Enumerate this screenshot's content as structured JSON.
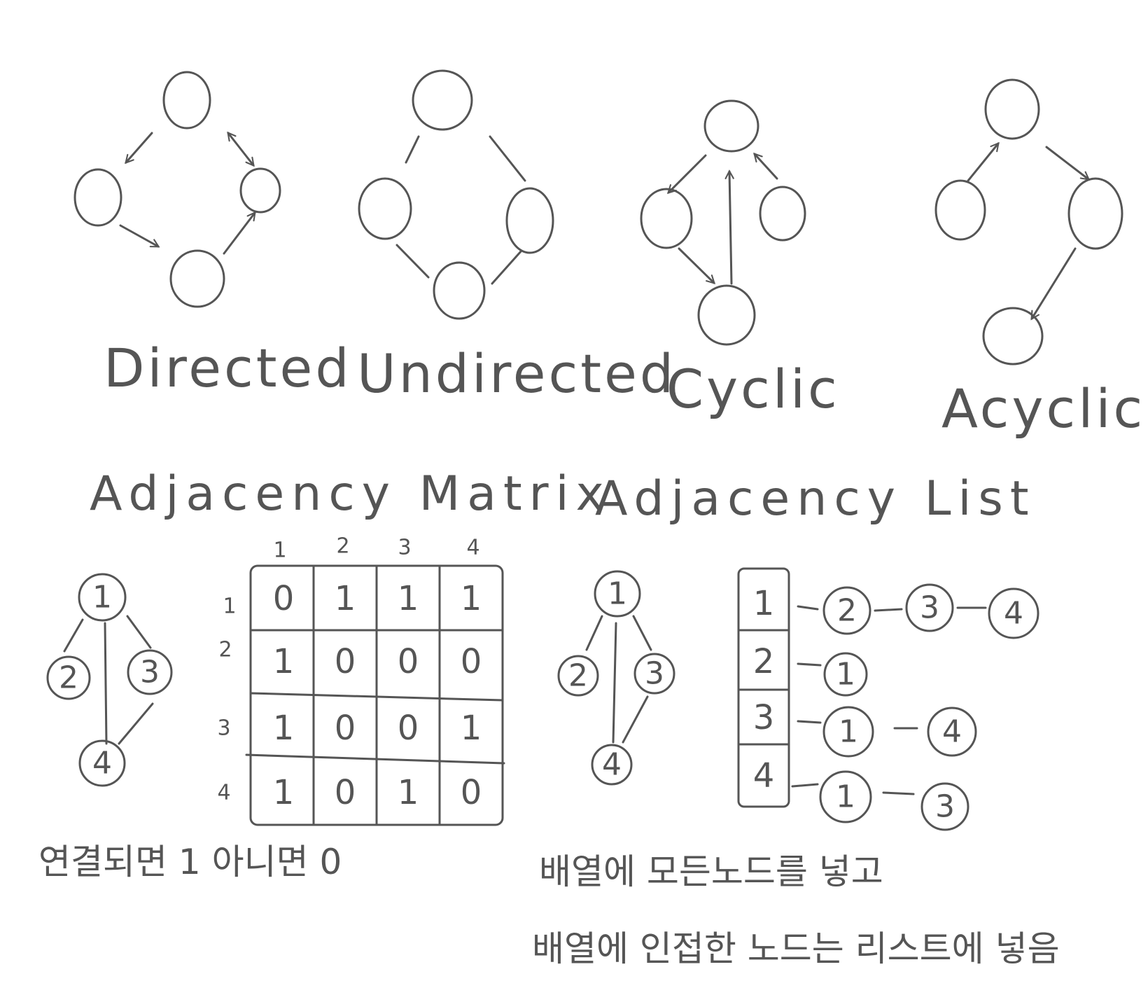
{
  "graph_types": {
    "directed": "Directed",
    "undirected": "Undirected",
    "cyclic": "Cyclic",
    "acyclic": "Acyclic"
  },
  "sections": {
    "matrix_title": "Adjacency Matrix",
    "list_title": "Adjacency List"
  },
  "example_graph": {
    "nodes": [
      "1",
      "2",
      "3",
      "4"
    ],
    "edges": [
      [
        "1",
        "2"
      ],
      [
        "1",
        "3"
      ],
      [
        "1",
        "4"
      ],
      [
        "3",
        "4"
      ]
    ]
  },
  "matrix": {
    "column_headers": [
      "1",
      "2",
      "3",
      "4"
    ],
    "row_headers": [
      "1",
      "2",
      "3",
      "4"
    ],
    "rows": [
      [
        "0",
        "1",
        "1",
        "1"
      ],
      [
        "1",
        "0",
        "0",
        "0"
      ],
      [
        "1",
        "0",
        "0",
        "1"
      ],
      [
        "1",
        "0",
        "1",
        "0"
      ]
    ],
    "note": "연결되면 1 아니면 0"
  },
  "adjacency_list": {
    "array": [
      "1",
      "2",
      "3",
      "4"
    ],
    "lists": [
      [
        "2",
        "3",
        "4"
      ],
      [
        "1"
      ],
      [
        "1",
        "4"
      ],
      [
        "1",
        "3"
      ]
    ],
    "note_line1": "배열에 모든노드를 넣고",
    "note_line2": "배열에 인접한 노드는 리스트에 넣음"
  }
}
